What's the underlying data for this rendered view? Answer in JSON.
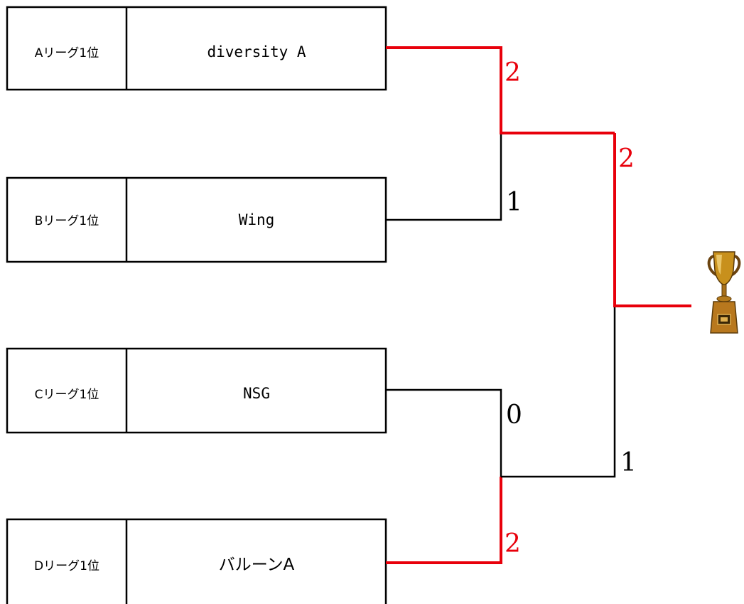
{
  "teams": [
    {
      "seed": "Aリーグ1位",
      "name": "diversity A"
    },
    {
      "seed": "Bリーグ1位",
      "name": "Wing"
    },
    {
      "seed": "Cリーグ1位",
      "name": "NSG"
    },
    {
      "seed": "Dリーグ1位",
      "name": "バルーンA"
    }
  ],
  "scores": {
    "semi1_top": "2",
    "semi1_bottom": "1",
    "semi2_top": "0",
    "semi2_bottom": "2",
    "final_top": "2",
    "final_bottom": "1"
  },
  "trophy_icon": "trophy-icon",
  "colors": {
    "winner_line": "#e8000b",
    "loser_line": "#000000",
    "winner_score": "#e8000b",
    "loser_score": "#000000",
    "trophy_gold": "#c8901c"
  }
}
